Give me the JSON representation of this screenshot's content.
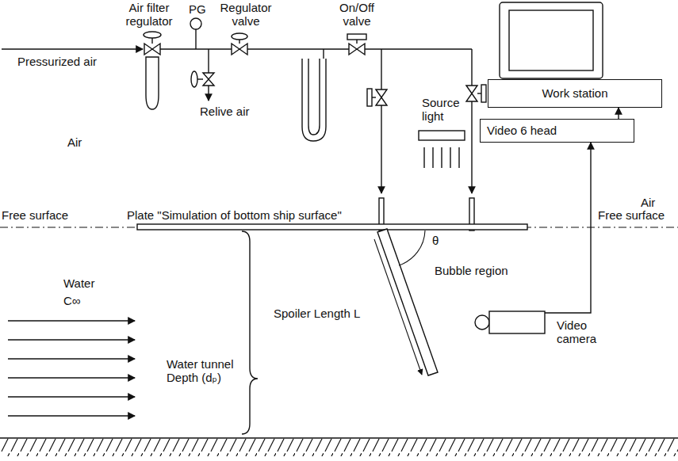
{
  "diagram": {
    "nodes": [
      {
        "text": [
          "Work station"
        ]
      },
      {
        "text": [
          "Video 6 head"
        ]
      },
      {
        "text": [
          "Video camera"
        ]
      }
    ],
    "edges": [
      {
        "from": 1,
        "to": 0,
        "arrow": "to"
      },
      {
        "from": 2,
        "to": 1,
        "arrow": "to"
      }
    ],
    "labels": [
      "Air filter regulator",
      "PG",
      "Regulator valve",
      "On/Off valve",
      "Pressurized air",
      "Relive air",
      "Air",
      "Source light",
      "Air",
      "Free surface",
      "Plate \"Simulation of bottom ship surface\"",
      "Free surface",
      "Water",
      "C∞",
      "θ",
      "Bubble region",
      "Water tunnel Depth (dₚ)",
      "Spoiler Length L"
    ]
  }
}
